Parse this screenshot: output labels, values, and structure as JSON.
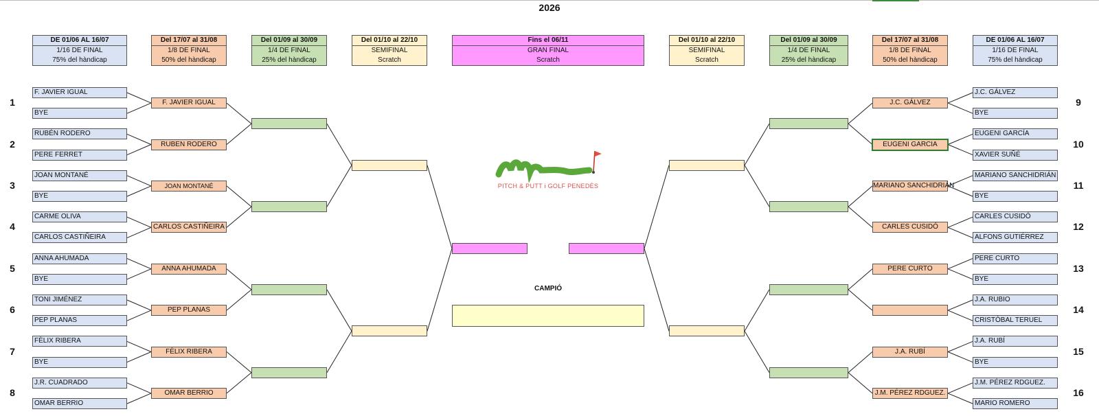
{
  "year": "2026",
  "headers": {
    "left": [
      {
        "dates": "DE 01/06 AL 16/07",
        "round": "1/16 DE FINAL",
        "handicap": "75% del hàndicap"
      },
      {
        "dates": "Del 17/07 al 31/08",
        "round": "1/8 DE FINAL",
        "handicap": "50% del hàndicap"
      },
      {
        "dates": "Del 01/09 al 30/09",
        "round": "1/4 DE FINAL",
        "handicap": "25% del hàndicap"
      },
      {
        "dates": "Del 01/10 al 22/10",
        "round": "SEMIFINAL",
        "handicap": "Scratch"
      }
    ],
    "final": {
      "dates": "Fins el 06/11",
      "round": "GRAN FINAL",
      "handicap": "Scratch"
    },
    "right": [
      {
        "dates": "Del 01/10 al 22/10",
        "round": "SEMIFINAL",
        "handicap": "Scratch"
      },
      {
        "dates": "Del 01/09 al 30/09",
        "round": "1/4 DE FINAL",
        "handicap": "25% del hàndicap"
      },
      {
        "dates": "Del 17/07 al 31/08",
        "round": "1/8 DE FINAL",
        "handicap": "50% del hàndicap"
      },
      {
        "dates": "DE 01/06 AL 16/07",
        "round": "1/16 DE FINAL",
        "handicap": "75% del hàndicap"
      }
    ]
  },
  "left_r32": [
    "F. JAVIER IGUAL",
    "BYE",
    "RUBÉN RODERO",
    "PERE FERRET",
    "JOAN MONTANÉ",
    "BYE",
    "CARME OLIVA",
    "CARLOS CASTIÑEIRA",
    "ANNA AHUMADA",
    "BYE",
    "TONI JIMÉNEZ",
    "PEP PLANAS",
    "FÈLIX RIBERA",
    "BYE",
    "J.R. CUADRADO",
    "OMAR BERRIO"
  ],
  "left_r16": [
    "F. JAVIER IGUAL",
    "RUBEN RODERO",
    "JOAN MONTANÉ",
    "CARLOS CASTIÑEIRA",
    "ANNA AHUMADA",
    "PEP PLANAS",
    "FÈLIX RIBERA",
    "OMAR BERRIO"
  ],
  "right_r32": [
    "J.C. GÁLVEZ",
    "BYE",
    "EUGENI GARCÍA",
    "XAVIER SUÑÉ",
    "MARIANO SANCHIDRIÁN",
    "BYE",
    "CARLES CUSIDÓ",
    "ALFONS GUTIÉRREZ",
    "PERE CURTO",
    "BYE",
    "J.A. RUBIO",
    "CRISTÒBAL TERUEL",
    "J.A. RUBÍ",
    "BYE",
    "J.M. PÉREZ RDGUEZ.",
    "MARIO ROMERO"
  ],
  "right_r16": [
    "J.C. GÁLVEZ",
    "EUGENI GARCIA",
    "MARIANO SANCHIDRIÁN",
    "CARLES CUSIDÓ",
    "PERE CURTO",
    "",
    "J.A. RUBÍ",
    "J.M. PÉREZ RDGUEZ."
  ],
  "left_numbers": [
    "1",
    "2",
    "3",
    "4",
    "5",
    "6",
    "7",
    "8"
  ],
  "right_numbers": [
    "9",
    "10",
    "11",
    "12",
    "13",
    "14",
    "15",
    "16"
  ],
  "campio_label": "CAMPIÓ",
  "logo_text": "PITCH & PUTT i GOLF PENEDÈS",
  "colors": {
    "r32": "#dae3f3",
    "r16": "#f8cbad",
    "qf": "#c6e0b4",
    "sf": "#fff2cc",
    "final": "#ff99ff",
    "champion": "#ffffcc"
  }
}
